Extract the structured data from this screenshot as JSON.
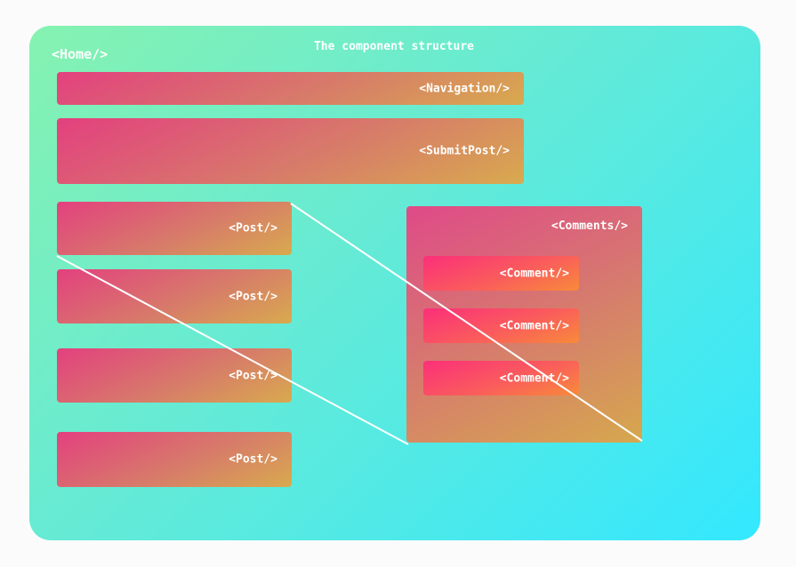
{
  "diagram": {
    "title": "The component structure",
    "root_label": "<Home/>",
    "navigation_label": "<Navigation/>",
    "submit_post_label": "<SubmitPost/>",
    "posts": [
      {
        "label": "<Post/>"
      },
      {
        "label": "<Post/>"
      },
      {
        "label": "<Post/>"
      },
      {
        "label": "<Post/>"
      }
    ],
    "comments_label": "<Comments/>",
    "comments": [
      {
        "label": "<Comment/>"
      },
      {
        "label": "<Comment/>"
      },
      {
        "label": "<Comment/>"
      }
    ]
  },
  "colors": {
    "background_start": "#86f2b0",
    "background_end": "#33e8ff",
    "component_start": "#e3407f",
    "component_end": "#d8aa4e",
    "comment_start": "#fb2f7a",
    "comment_end": "#f88a3a",
    "connector": "#ffffff"
  }
}
